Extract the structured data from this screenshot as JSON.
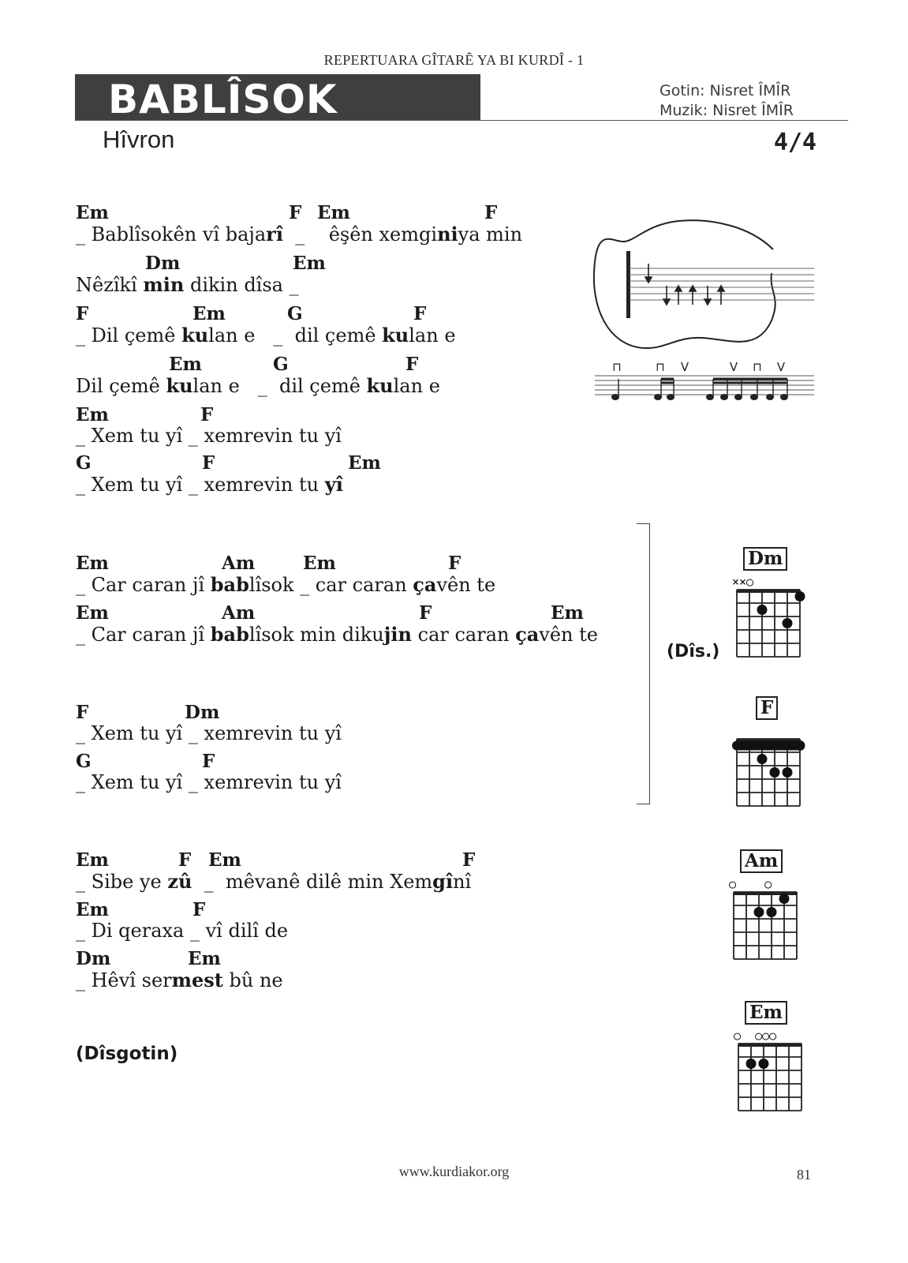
{
  "header": {
    "book": "REPERTUARA GÎTARÊ YA BI KURDÎ - 1",
    "title": "BABLÎSOK",
    "lyricist": "Gotin: Nisret ÎMÎR",
    "composer": "Muzik: Nisret ÎMÎR",
    "album": "Hîvron",
    "meter": "4/4"
  },
  "verse1": [
    {
      "chords": [
        "Em",
        "F",
        "Em",
        "F"
      ],
      "lyric": [
        "_ Bablîsokên vî baja",
        "rî",
        "  _    êşên xemgi",
        "ni",
        "ya min"
      ]
    },
    {
      "chords": [
        "Dm",
        "Em"
      ],
      "lyric": [
        "Nêzîkî ",
        "min",
        " dikin dîsa _"
      ]
    },
    {
      "chords": [
        "F",
        "Em",
        "G",
        "F"
      ],
      "lyric": [
        "_ Dil çemê ",
        "ku",
        "lan e   _  dil çemê ",
        "ku",
        "lan e"
      ]
    },
    {
      "chords": [
        "Em",
        "G",
        "F"
      ],
      "lyric": [
        "Dil çemê ",
        "ku",
        "lan e   _  dil çemê ",
        "ku",
        "lan e"
      ]
    },
    {
      "chords": [
        "Em",
        "F"
      ],
      "lyric": [
        "_ Xem tu yî _ xemrevin tu yî"
      ]
    },
    {
      "chords": [
        "G",
        "F",
        "Em"
      ],
      "lyric": [
        "_ Xem tu yî _ xemrevin tu ",
        "yî"
      ]
    }
  ],
  "chorus": [
    {
      "chords": [
        "Em",
        "Am",
        "Em",
        "F"
      ],
      "lyric": [
        "_ Car caran jî ",
        "bab",
        "lîsok _ car caran ",
        "ça",
        "vên te"
      ]
    },
    {
      "chords": [
        "Em",
        "Am",
        "F",
        "Em"
      ],
      "lyric": [
        "_ Car caran jî ",
        "bab",
        "lîsok min diku",
        "jin",
        " car caran ",
        "ça",
        "vên te"
      ]
    },
    {
      "chords": [
        "F",
        "Dm"
      ],
      "lyric": [
        "_ Xem tu yî _ xemrevin tu yî"
      ]
    },
    {
      "chords": [
        "G",
        "F"
      ],
      "lyric": [
        "_ Xem tu yî _ xemrevin tu yî"
      ]
    }
  ],
  "verse2": [
    {
      "chords": [
        "Em",
        "F",
        "Em",
        "F"
      ],
      "lyric": [
        "_ Sibe ye ",
        "zû",
        "  _  mêvanê dilê min Xem",
        "gî",
        "nî"
      ]
    },
    {
      "chords": [
        "Em",
        "F"
      ],
      "lyric": [
        "_ Di qeraxa _ vî dilî de"
      ]
    },
    {
      "chords": [
        "Dm",
        "Em"
      ],
      "lyric": [
        "_ Hêvî ser",
        "mest",
        " bû ne"
      ]
    }
  ],
  "repeat_label": "(Dîs.)",
  "outro_label": "(Dîsgotin)",
  "strum": {
    "pattern": [
      "down",
      "down",
      "up",
      "up",
      "down",
      "up"
    ],
    "strokes": [
      "⊓",
      "⊓",
      "V",
      "V",
      "⊓",
      "V"
    ]
  },
  "chord_diagrams": [
    {
      "name": "Dm",
      "markers": "××○",
      "dots": [
        [
          2,
          3
        ],
        [
          3,
          5
        ],
        [
          1,
          6
        ]
      ]
    },
    {
      "name": "F",
      "markers": "",
      "barre": 1,
      "dots": [
        [
          2,
          3
        ],
        [
          3,
          4
        ],
        [
          3,
          5
        ],
        [
          1,
          6
        ]
      ]
    },
    {
      "name": "Am",
      "markers": "○    ○",
      "dots": [
        [
          2,
          3
        ],
        [
          2,
          4
        ],
        [
          1,
          5
        ]
      ]
    },
    {
      "name": "Em",
      "markers": "○  ○○○",
      "dots": [
        [
          2,
          2
        ],
        [
          2,
          3
        ]
      ]
    }
  ],
  "footer": {
    "url": "www.kurdiakor.org",
    "page": "81"
  }
}
